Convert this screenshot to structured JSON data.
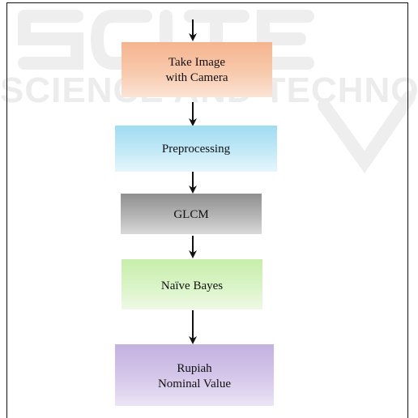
{
  "flowchart": {
    "steps": [
      {
        "label": "Take Image\nwith Camera",
        "color": "#f8c9ac"
      },
      {
        "label": "Preprocessing",
        "color": "#c3e9f7"
      },
      {
        "label": "GLCM",
        "color": "#b5b5b5"
      },
      {
        "label": "Naïve Bayes",
        "color": "#daf4c7"
      },
      {
        "label": "Rupiah\nNominal Value",
        "color": "#d5c8ea"
      }
    ]
  },
  "watermark": {
    "line1": "SCITE",
    "line2": "SCIENCE AND TECHNOLOGY"
  }
}
